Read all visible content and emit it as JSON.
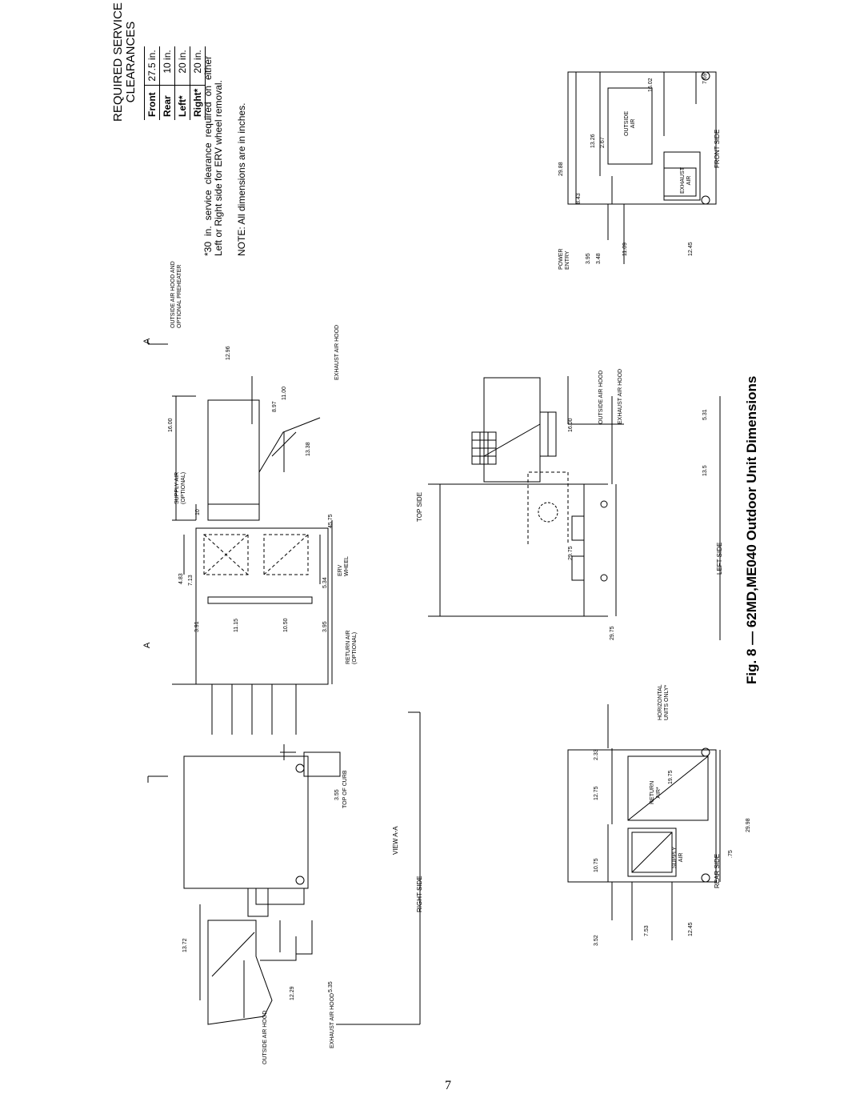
{
  "page_number": "7",
  "figure_title": "Fig. 8 — 62MD,ME040 Outdoor Unit Dimensions",
  "service_clearances": {
    "title_line1": "REQUIRED SERVICE",
    "title_line2": "CLEARANCES",
    "rows": [
      {
        "label": "Front",
        "value": "27.5 in."
      },
      {
        "label": "Rear",
        "value": "10 in."
      },
      {
        "label": "Left*",
        "value": "20 in."
      },
      {
        "label": "Right*",
        "value": "20 in."
      }
    ],
    "footnote": "*30 in. service clearance required on either Left or Right side for ERV wheel removal.",
    "note": "NOTE: All dimensions are in inches."
  },
  "view_labels": {
    "top": "TOP SIDE",
    "left": "LEFT SIDE",
    "front": "FRONT SIDE",
    "rear": "REAR SIDE",
    "right": "RIGHT SIDE",
    "view_aa": "VIEW A-A",
    "section_a": "A"
  },
  "callouts": {
    "outside_air_hood_preheater_1": "OUTSIDE AIR HOOD AND",
    "outside_air_hood_preheater_2": "OPTIONAL PREHEATER",
    "supply_air_optional_1": "SUPPLY AIR",
    "supply_air_optional_2": "(OPTIONAL)",
    "exhaust_air_hood": "EXHAUST AIR HOOD",
    "erv_wheel_1": "ERV",
    "erv_wheel_2": "WHEEL",
    "return_air_optional_1": "RETURN AIR",
    "return_air_optional_2": "(OPTIONAL)",
    "outside_air_hood": "OUTSIDE AIR HOOD",
    "power_entry_1": "POWER",
    "power_entry_2": "ENTRY",
    "outside_air_1": "OUTSIDE",
    "outside_air_2": "AIR",
    "exhaust_air_1": "EXHAUST",
    "exhaust_air_2": "AIR",
    "horizontal_units_1": "HORIZONTAL",
    "horizontal_units_2": "UNITS ONLY*",
    "return_air_1": "RETURN",
    "return_air_2": "AIR*",
    "supply_air_1": "SUPPLY",
    "supply_air_2": "AIR",
    "top_of_curb": "TOP OF CURB"
  },
  "dimensions": {
    "top_16_00": "16.00",
    "top_12_96": "12.96",
    "top_10": "10",
    "top_8_97": "8.97",
    "top_11_00": "11.00",
    "top_13_38": "13.38",
    "top_45_75": "45.75",
    "top_4_83": "4.83",
    "top_7_13": "7.13",
    "top_5_34": "5.34",
    "top_3_91": "3.91",
    "top_11_15": "11.15",
    "top_10_50": "10.50",
    "top_3_95": "3.95",
    "left_16_00": "16.00",
    "left_29_75_a": "29.75",
    "left_29_75_b": "29.75",
    "left_5_31": "5.31",
    "left_13_5": "13.5",
    "front_16_02": "16.02",
    "front_7_69": "7.69",
    "front_29_88": "29.88",
    "front_13_26": "13.26",
    "front_2_67": "2.67",
    "front_8_43": "8.43",
    "front_3_95": "3.95",
    "front_3_48": "3.48",
    "front_11_09": "11.09",
    "front_12_45": "12.45",
    "rear_2_33": "2.33",
    "rear_19_75": "19.75",
    "rear_12_75": "12.75",
    "rear_10_75": "10.75",
    "rear_29_98": "29.98",
    "rear_75": ".75",
    "rear_3_52": "3.52",
    "rear_7_53": "7.53",
    "rear_12_45": "12.45",
    "right_13_72": "13.72",
    "right_12_29": "12.29",
    "right_5_35": "5.35",
    "right_3_55": "3.55"
  }
}
